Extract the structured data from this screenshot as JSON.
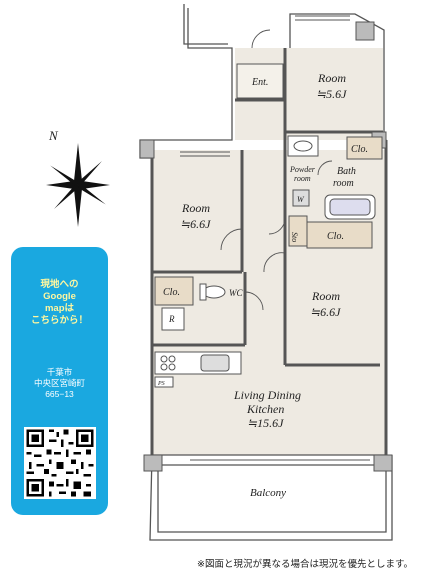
{
  "rooms": {
    "room_top": {
      "name": "Room",
      "size": "≒5.6J"
    },
    "room_left": {
      "name": "Room",
      "size": "≒6.6J"
    },
    "room_right": {
      "name": "Room",
      "size": "≒6.6J"
    },
    "ldk": {
      "name_line1": "Living Dining",
      "name_line2": "Kitchen",
      "size": "≒15.6J"
    }
  },
  "labels": {
    "entrance": "Ent.",
    "closet_top": "Clo.",
    "closet_mid": "Clo.",
    "closet_left": "Clo.",
    "powder_line1": "Powder",
    "powder_line2": "room",
    "bath_line1": "Bath",
    "bath_line2": "room",
    "washer": "W",
    "storage": "Sto",
    "wc": "WC",
    "refrigerator": "R",
    "ps": "PS",
    "balcony": "Balcony"
  },
  "compass": {
    "north": "N"
  },
  "map_panel": {
    "title_lines": [
      "現地への",
      "Google",
      "mapは",
      "こちらから！"
    ],
    "address_lines": [
      "千葉市",
      "中央区宮崎町",
      "665−13"
    ]
  },
  "footnote": "※図面と現況が異なる場合は現況を優先とします。",
  "colors": {
    "panel": "#1aa8e0",
    "floor": "#eeeae2",
    "closet": "#e8dcc8",
    "wall": "#555555"
  }
}
